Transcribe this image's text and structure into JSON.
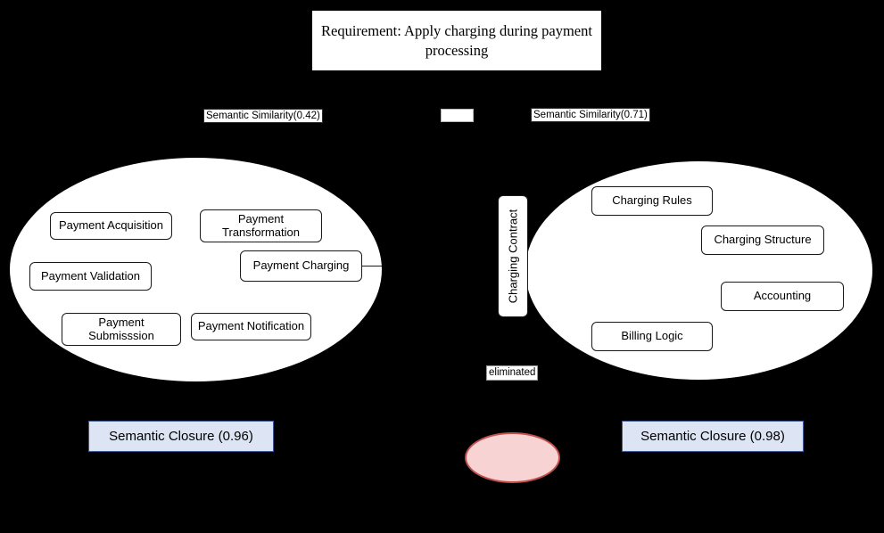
{
  "requirement": {
    "label": "Requirement: Apply charging during payment processing"
  },
  "similarity": {
    "left": "Semantic Similarity(0.42)",
    "right": "Semantic Similarity(0.71)",
    "blank": ""
  },
  "left_cluster": {
    "nodes": [
      {
        "id": "payment-acquisition",
        "label": "Payment Acquisition"
      },
      {
        "id": "payment-transformation",
        "label": "Payment\nTransformation"
      },
      {
        "id": "payment-validation",
        "label": "Payment Validation"
      },
      {
        "id": "payment-charging",
        "label": "Payment Charging"
      },
      {
        "id": "payment-submission",
        "label": "Payment\nSubmisssion"
      },
      {
        "id": "payment-notification",
        "label": "Payment Notification"
      }
    ],
    "closure": "Semantic Closure (0.96)"
  },
  "right_cluster": {
    "contract": "Charging Contract",
    "nodes": [
      {
        "id": "charging-rules",
        "label": "Charging Rules"
      },
      {
        "id": "charging-structure",
        "label": "Charging Structure"
      },
      {
        "id": "accounting",
        "label": "Accounting"
      },
      {
        "id": "billing-logic",
        "label": "Billing Logic"
      }
    ],
    "closure": "Semantic Closure (0.98)"
  },
  "eliminated": {
    "label": "eliminated"
  },
  "colors": {
    "background": "#000000",
    "cluster_fill": "#ffffff",
    "node_border": "#1a1a1a",
    "closure_fill": "#dde5f5",
    "closure_border": "#3c5a99",
    "eliminated_fill": "#f8d3d3",
    "eliminated_border": "#c0504d"
  }
}
